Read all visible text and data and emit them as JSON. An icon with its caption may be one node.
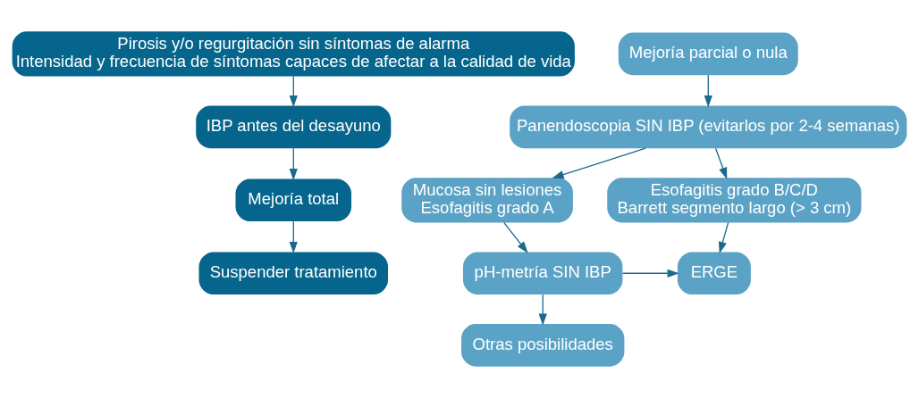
{
  "diagram": {
    "nodes": [
      {
        "text": [
          "Pirosis y/o regurgitación sin síntomas de alarma",
          "Intensidad y frecuencia de síntomas capaces de afectar a la calidad de vida"
        ]
      },
      {
        "text": [
          "IBP antes del desayuno"
        ]
      },
      {
        "text": [
          "Mejoría total"
        ]
      },
      {
        "text": [
          "Suspender tratamiento"
        ]
      },
      {
        "text": [
          "Mejoría parcial o nula"
        ]
      },
      {
        "text": [
          "Panendoscopia SIN IBP (evitarlos por 2-4 semanas)"
        ]
      },
      {
        "text": [
          "Esofagitis grado B/C/D",
          "Barrett segmento largo (> 3 cm)"
        ]
      },
      {
        "text": [
          "Mucosa sin lesiones",
          "Esofagitis grado A"
        ]
      },
      {
        "text": [
          "ERGE"
        ]
      },
      {
        "text": [
          "pH-metría SIN IBP"
        ]
      },
      {
        "text": [
          "Otras posibilidades"
        ]
      }
    ],
    "edges": [
      {
        "from": 0,
        "to": 1,
        "arrow": "to"
      },
      {
        "from": 1,
        "to": 2,
        "arrow": "to"
      },
      {
        "from": 2,
        "to": 3,
        "arrow": "to"
      },
      {
        "from": 4,
        "to": 5,
        "arrow": "to"
      },
      {
        "from": 5,
        "to": 6,
        "arrow": "to"
      },
      {
        "from": 5,
        "to": 7,
        "arrow": "to"
      },
      {
        "from": 6,
        "to": 8,
        "arrow": "to"
      },
      {
        "from": 7,
        "to": 9,
        "arrow": "to"
      },
      {
        "from": 9,
        "to": 8,
        "arrow": "to"
      },
      {
        "from": 9,
        "to": 10,
        "arrow": "to"
      }
    ]
  }
}
